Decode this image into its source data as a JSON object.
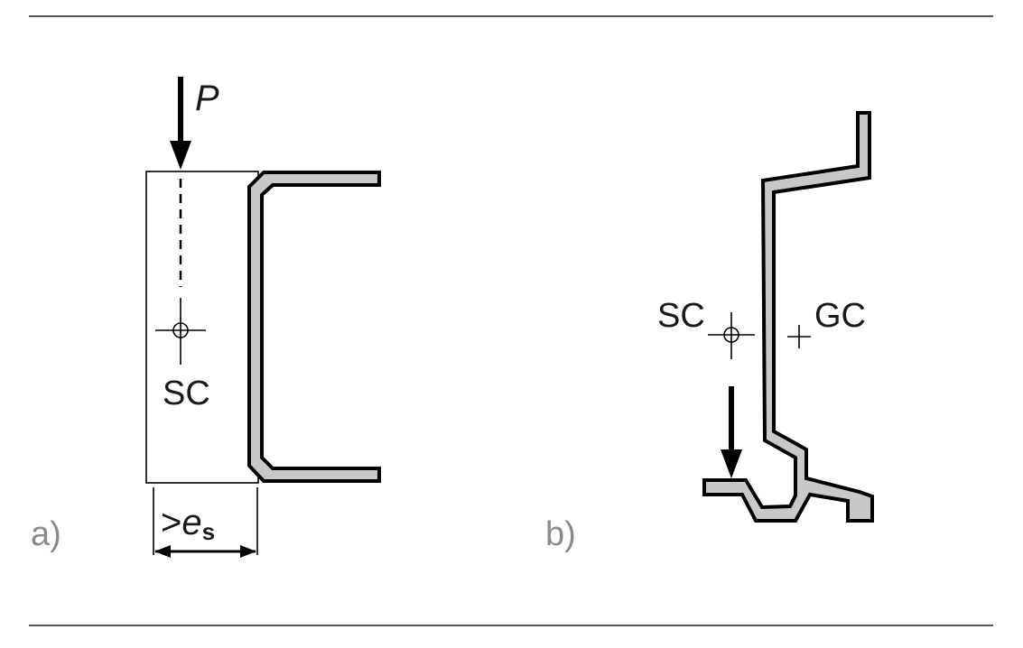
{
  "panel_a": {
    "panel_label": "a)",
    "load_label": "P",
    "shear_center_label": "SC",
    "eccentricity_prefix": ">",
    "eccentricity_symbol": "e",
    "eccentricity_subscript": "s"
  },
  "panel_b": {
    "panel_label": "b)",
    "shear_center_label": "SC",
    "centroid_label": "GC"
  },
  "colors": {
    "section_fill": "#c8c8c8",
    "outline": "#000000",
    "rule": "#555555",
    "panel_label": "#8a8a8a"
  }
}
